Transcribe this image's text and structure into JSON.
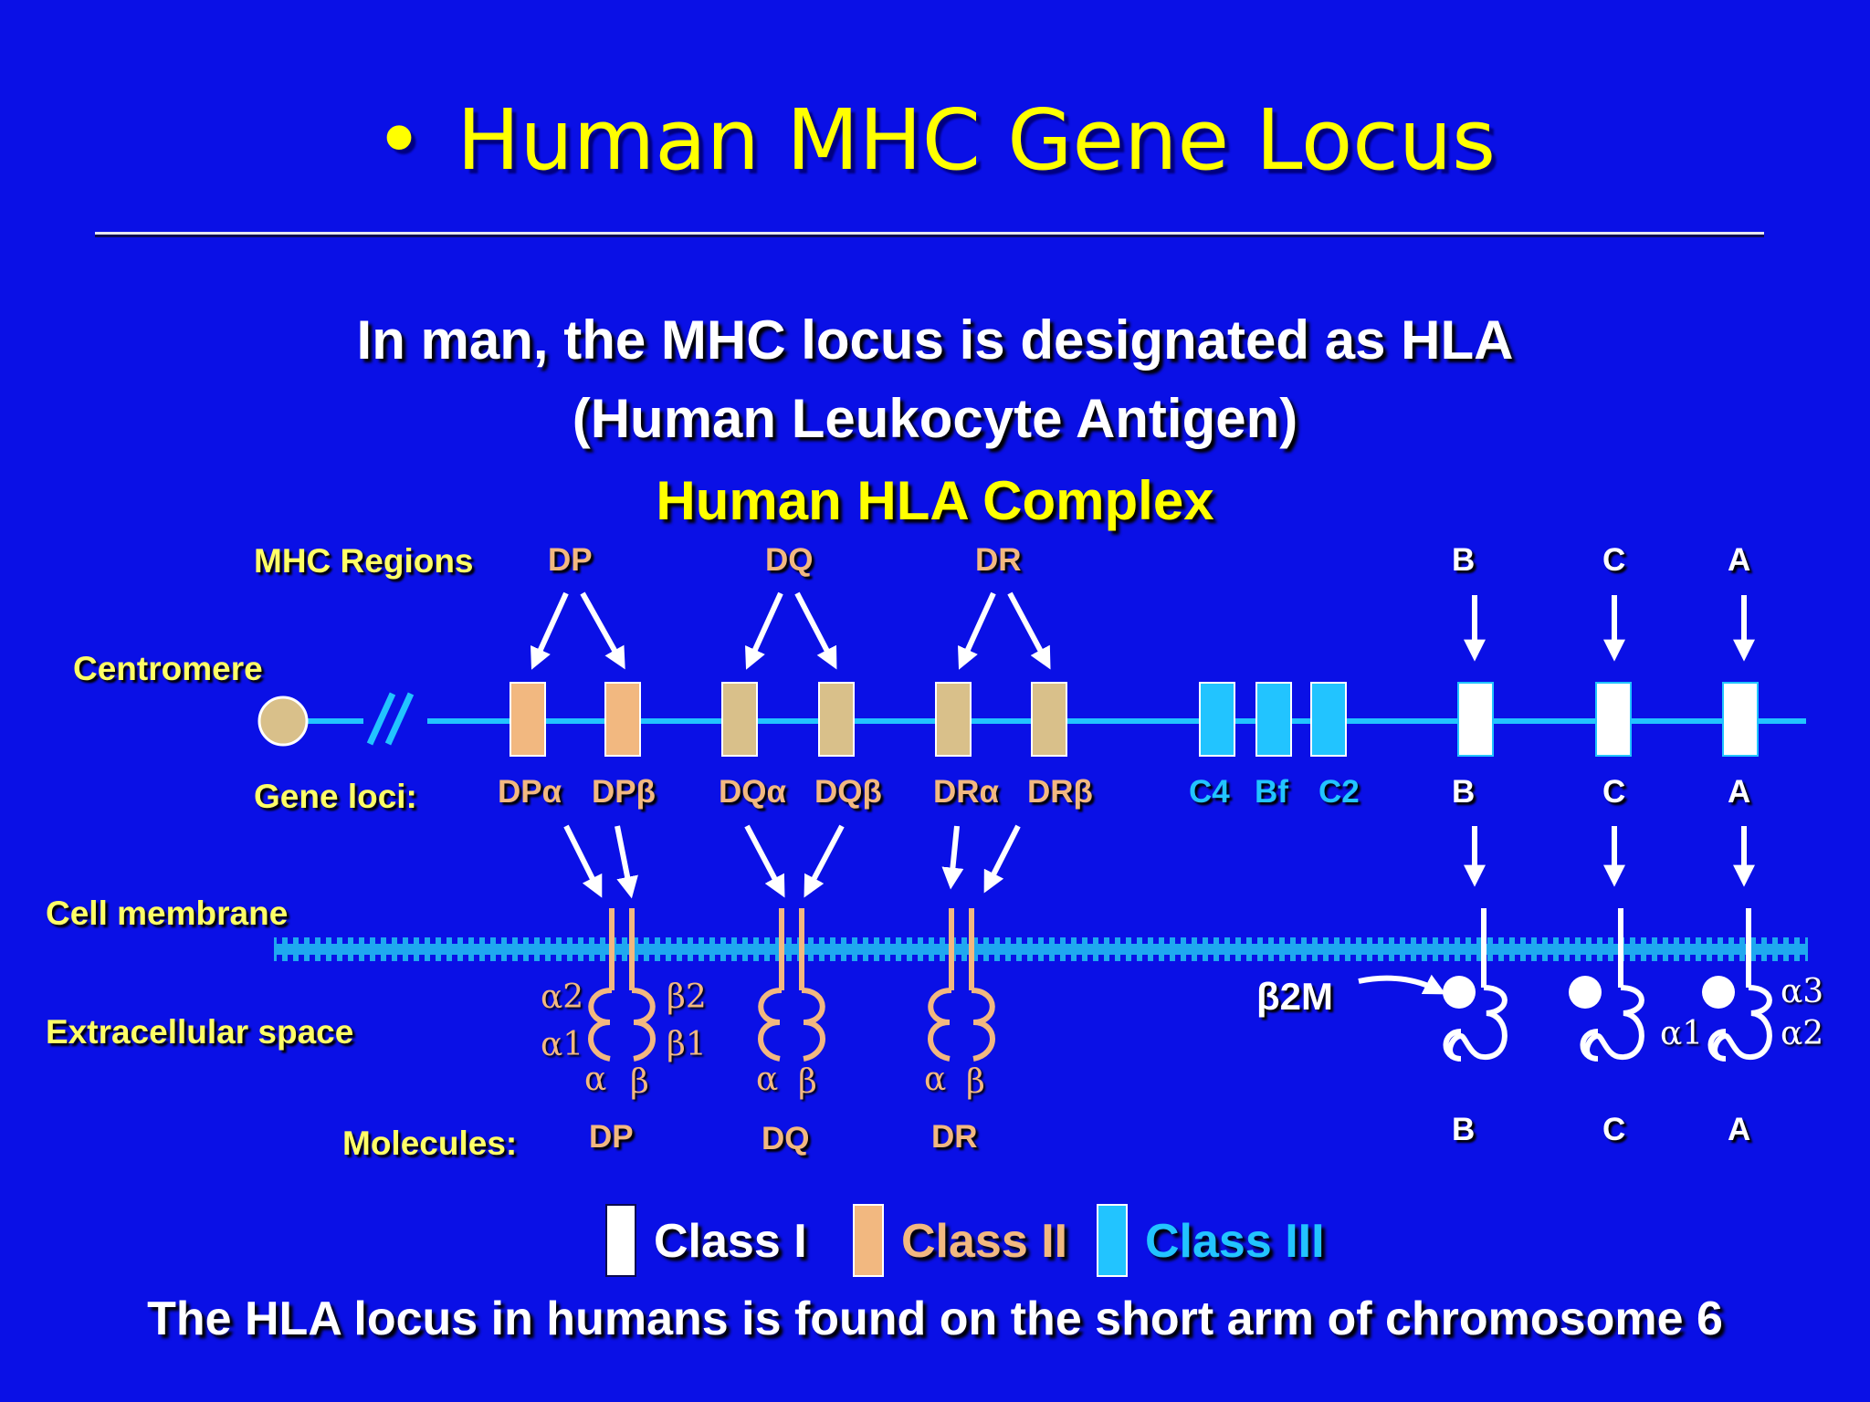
{
  "title": {
    "bullet": "•",
    "text": "Human MHC Gene Locus"
  },
  "subtitle": {
    "line1": "In man, the MHC locus is designated as HLA",
    "line2": "(Human Leukocyte Antigen)"
  },
  "complex_title": "Human HLA Complex",
  "row_labels": {
    "regions": "MHC Regions",
    "centromere": "Centromere",
    "gene_loci": "Gene loci:",
    "cell_membrane": "Cell membrane",
    "extracellular": "Extracellular space",
    "molecules": "Molecules:"
  },
  "regions": [
    "DP",
    "DQ",
    "DR",
    "B",
    "C",
    "A"
  ],
  "gene_loci": {
    "class2": [
      "DPα",
      "DPβ",
      "DQα",
      "DQβ",
      "DRα",
      "DRβ"
    ],
    "class3": [
      "C4",
      "Bf",
      "C2"
    ],
    "class1": [
      "B",
      "C",
      "A"
    ]
  },
  "domains": {
    "class2_left": [
      "α2",
      "α1",
      "α"
    ],
    "class2_right": [
      "β2",
      "β1",
      "β"
    ],
    "class2_chains": [
      "α",
      "β"
    ],
    "beta2m": "β2M",
    "class1": [
      "α3",
      "α2",
      "α1"
    ]
  },
  "molecules": [
    "DP",
    "DQ",
    "DR",
    "B",
    "C",
    "A"
  ],
  "legend": [
    {
      "label": "Class I",
      "color": "#ffffff"
    },
    {
      "label": "Class II",
      "color": "#f2b880"
    },
    {
      "label": "Class III",
      "color": "#22c4ff"
    }
  ],
  "footer": "The HLA locus in humans is found on the short arm of chromosome 6",
  "colors": {
    "background": "#0a10e6",
    "title": "#ffff00",
    "class1": "#ffffff",
    "class2_dp": "#f2b880",
    "class2_dq_dr": "#d9c08a",
    "class3": "#22c4ff",
    "chromosome": "#22c4ff",
    "centromere": "#d9c08a"
  }
}
